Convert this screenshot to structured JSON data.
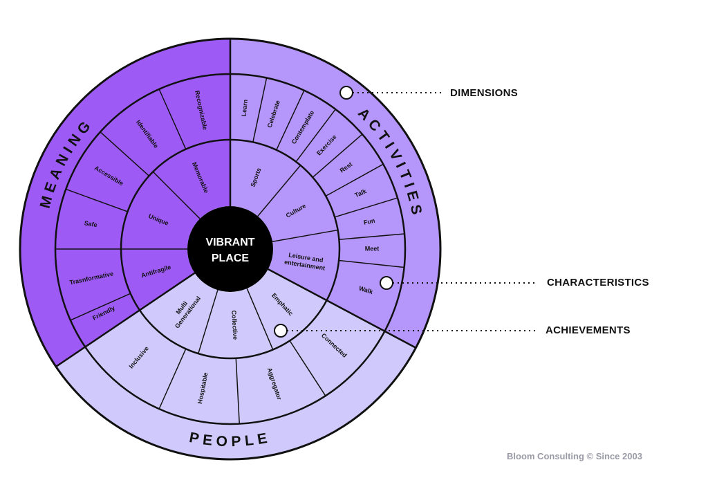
{
  "center": {
    "line1": "VIBRANT",
    "line2": "PLACE"
  },
  "colors": {
    "meaning_outer": "#9D5AF5",
    "meaning_inner": "#9D5AF5",
    "activities_outer": "#B596FA",
    "activities_inner": "#B596FA",
    "people_outer": "#CFCAFB",
    "people_inner": "#CFCAFB",
    "center": "#000000",
    "stroke": "#111111"
  },
  "sectors": [
    {
      "id": "meaning",
      "label": "MEANING",
      "achievements": [
        "Memorable",
        "Unique",
        "Antifragile"
      ],
      "characteristics": [
        "Recognizable",
        "Identifiable",
        "Accessible",
        "Safe",
        "Trasnformative",
        "Friendly"
      ]
    },
    {
      "id": "activities",
      "label": "ACTIVITIES",
      "achievements": [
        "Sports",
        "Culture",
        "Leisure and entertainment"
      ],
      "characteristics": [
        "Learn",
        "Celebrate",
        "Contemplate",
        "Exercise",
        "Rest",
        "Talk",
        "Fun",
        "Meet",
        "Walk"
      ]
    },
    {
      "id": "people",
      "label": "PEOPLE",
      "achievements": [
        "Emphatic",
        "Collective",
        "Multi Generational"
      ],
      "characteristics": [
        "Connected",
        "Aggregator",
        "Hospitable",
        "Inclusive"
      ]
    }
  ],
  "legend": {
    "dimensions": "DIMENSIONS",
    "characteristics": "CHARACTERISTICS",
    "achievements": "ACHIEVEMENTS"
  },
  "credit": "Bloom Consulting © Since 2003"
}
